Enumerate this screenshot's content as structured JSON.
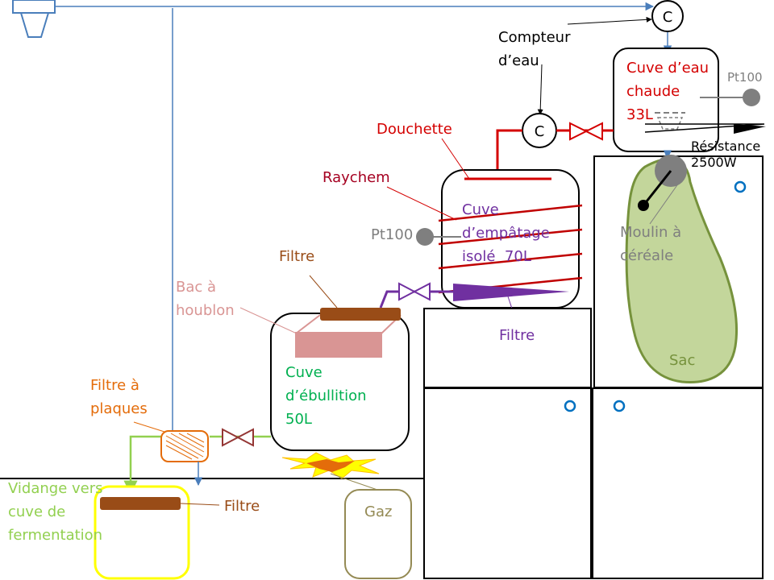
{
  "colors": {
    "water": "#4a7ebb",
    "red": "#d40000",
    "dark_red": "#a50021",
    "purple": "#7030a0",
    "grey": "#7f7f7f",
    "brown": "#994c17",
    "orange": "#e46c0a",
    "green": "#92d050",
    "pink": "#d99594",
    "yellow": "#ffff00",
    "gas": "#948a54",
    "moss": "#76923c"
  },
  "labels": {
    "compteur": "Compteur\nd’eau",
    "cuve_eau": "Cuve d’eau\nchaude\n33L",
    "pt100_top": "Pt100",
    "resistance": "Résistance\n2500W",
    "douchette": "Douchette",
    "raychem": "Raychem",
    "cuve_empatage": "Cuve\nd’empâtage\nisolé  70L",
    "pt100_left": "Pt100",
    "moulin": "Moulin à\ncéréale",
    "filtre_top": "Filtre",
    "bac": "Bac à\nhoublon",
    "filtre_purple": "Filtre",
    "sac": "Sac",
    "cuve_ebullition": "Cuve\nd’ébullition\n50L",
    "filtre_plaques": "Filtre à\nplaques",
    "vidange": "Vidange vers\ncuve de\nfermentation",
    "filtre_bottom": "Filtre",
    "gaz": "Gaz",
    "c_top": "C",
    "c_mid": "C"
  }
}
